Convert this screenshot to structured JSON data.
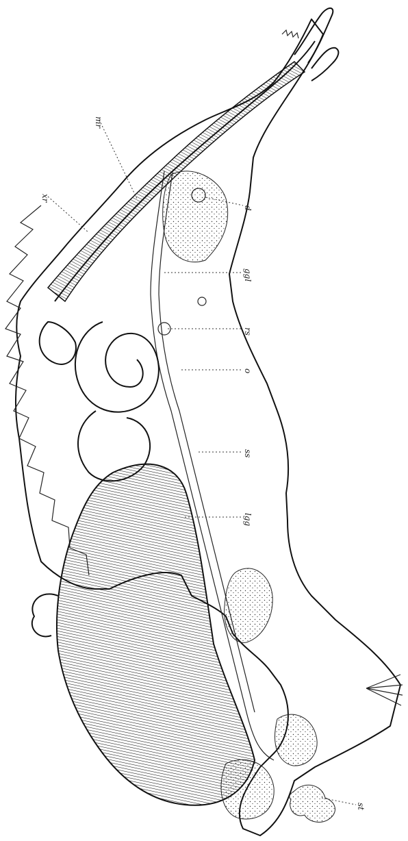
{
  "labels": {
    "xr": "xr",
    "mr": "mr",
    "d": "d",
    "ggl": "ggl",
    "rs": "rs",
    "o": "o",
    "ss": "ss",
    "lgg": "lgg",
    "st": "st"
  }
}
